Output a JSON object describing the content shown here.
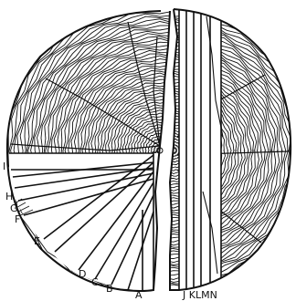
{
  "figure": {
    "labels": {
      "A": "A",
      "B": "B",
      "C": "C",
      "D": "D",
      "E": "E",
      "F": "F",
      "G": "G",
      "H": "H",
      "I": "I",
      "JKLMN": "J KLMN"
    },
    "colors": {
      "ink": "#111111",
      "background": "#ffffff"
    }
  }
}
